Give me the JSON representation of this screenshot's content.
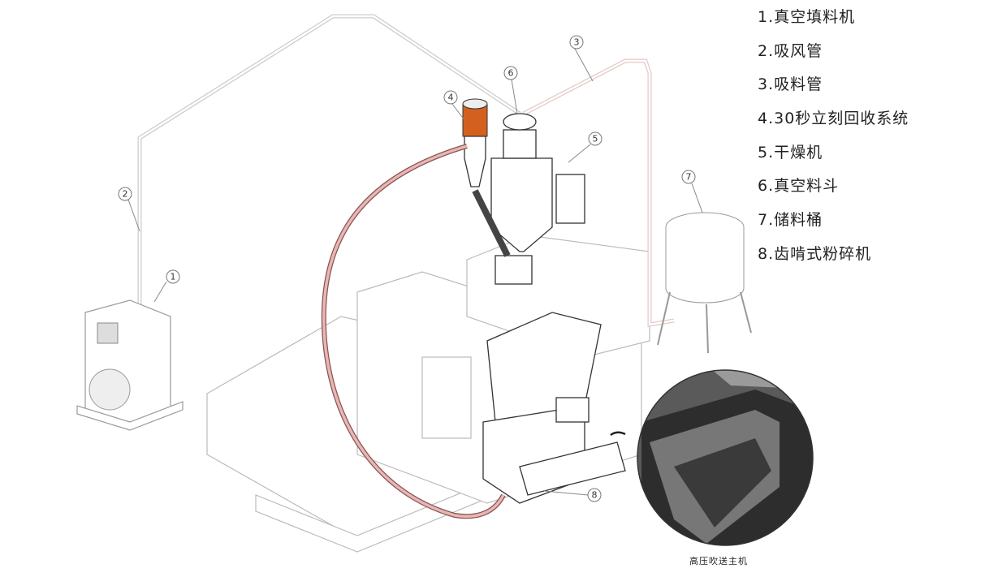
{
  "legend": [
    "1.真空填料机",
    "2.吸风管",
    "3.吸料管",
    "4.30秒立刻回收系统",
    "5.干燥机",
    "6.真空料斗",
    "7.储料桶",
    "8.齿啃式粉碎机"
  ],
  "callouts": [
    "1",
    "2",
    "3",
    "4",
    "5",
    "6",
    "7",
    "8"
  ],
  "caption": "高压吹送主机",
  "colors": {
    "hose": "#e7b7b5",
    "hopper_orange": "#d4601f",
    "detail_dark": "#3a3a3a"
  }
}
